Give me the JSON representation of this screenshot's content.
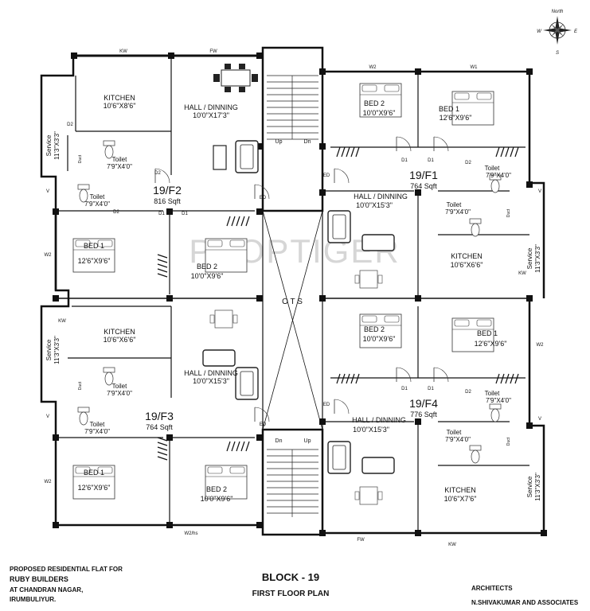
{
  "compass": {
    "north": "North",
    "south": "S",
    "east": "E",
    "west": "W"
  },
  "watermark": "PROPTIGER",
  "ots": "O T S",
  "stairs": {
    "up": "Up",
    "dn": "Dn"
  },
  "units": [
    {
      "name": "19/F1",
      "area": "764 Sqft"
    },
    {
      "name": "19/F2",
      "area": "816 Sqft"
    },
    {
      "name": "19/F3",
      "area": "764 Sqft"
    },
    {
      "name": "19/F4",
      "area": "776 Sqft"
    }
  ],
  "rooms": {
    "kitchen": "KITCHEN",
    "hall": "HALL / DINNING",
    "bed1": "BED 1",
    "bed2": "BED 2",
    "toilet": "Toilet",
    "service": "Service",
    "f2": {
      "kitchen": "10'6\"X8'6\"",
      "hall": "10'0\"X17'3\"",
      "bed1": "12'6\"X9'6\"",
      "bed2": "10'0\"X9'6\"",
      "toilet1": "7'9\"X4'0\"",
      "toilet2": "7'9\"X4'0\"",
      "service": "11'3\"X3'3\""
    },
    "f3": {
      "kitchen": "10'6\"X6'6\"",
      "hall": "10'0\"X15'3\"",
      "bed1": "12'6\"X9'6\"",
      "bed2": "10'0\"X9'6\"",
      "toilet1": "7'9\"X4'0\"",
      "toilet2": "7'9\"X4'0\"",
      "service": "11'3\"X3'3\""
    },
    "f1": {
      "kitchen": "10'6\"X6'6\"",
      "hall": "10'0\"X15'3\"",
      "bed1": "12'6\"X9'6\"",
      "bed2": "10'0\"X9'6\"",
      "toilet1": "7'9\"X4'0\"",
      "toilet2": "7'9\"X4'0\"",
      "service": "11'3\"X3'3\""
    },
    "f4": {
      "kitchen": "10'6\"X7'6\"",
      "hall": "10'0\"X15'3\"",
      "bed1": "12'6\"X9'6\"",
      "bed2": "10'0\"X9'6\"",
      "toilet1": "7'9\"X4'0\"",
      "toilet2": "7'9\"X4'0\"",
      "service": "11'3\"X3'3\""
    }
  },
  "tags": {
    "kw": "KW",
    "fw": "FW",
    "w1": "W1",
    "w2": "W2",
    "w2hs": "W2/hs",
    "v": "V",
    "d1": "D1",
    "d2": "D2",
    "ed": "ED",
    "duct": "Duct"
  },
  "footer": {
    "line1": "PROPOSED RESIDENTIAL FLAT FOR",
    "line2": "RUBY BUILDERS",
    "line3": "AT CHANDRAN NAGAR,",
    "line4": "IRUMBULIYUR.",
    "block": "BLOCK - 19",
    "plan": "FIRST FLOOR PLAN",
    "architects": "ARCHITECTS",
    "firm": "N.SHIVAKUMAR AND ASSOCIATES"
  }
}
